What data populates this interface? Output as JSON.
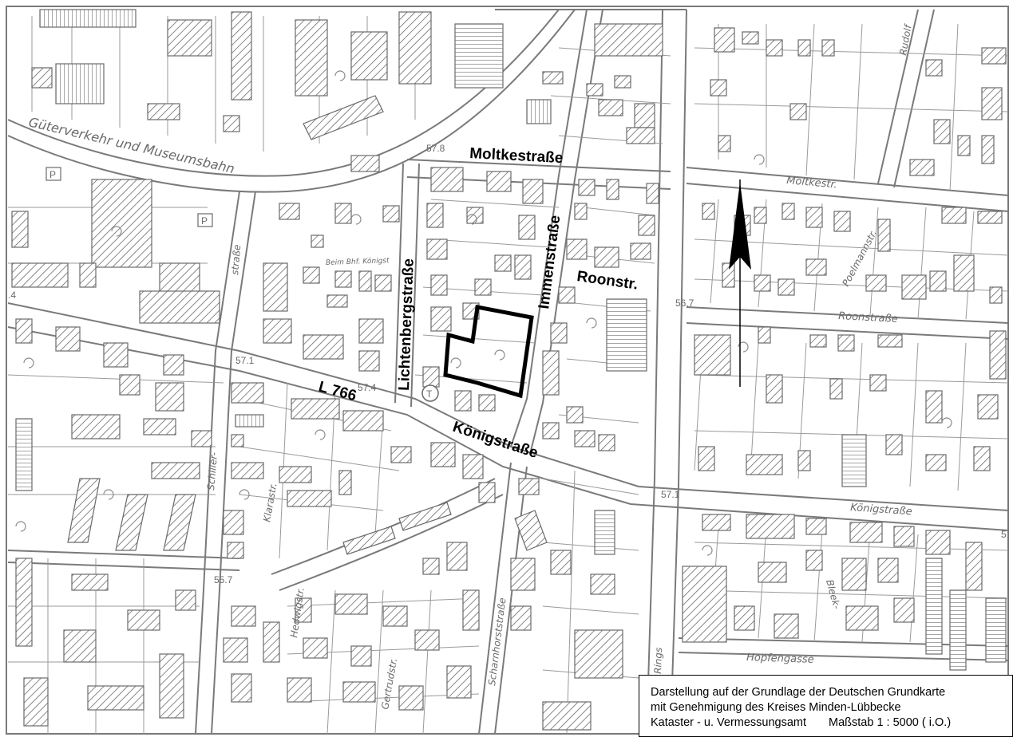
{
  "map": {
    "street_labels": {
      "moltkestrasse": "Moltkestraße",
      "immenstrasse": "Immenstraße",
      "roonstr": "Roonstr.",
      "lichtenbergstrasse": "Lichtenbergstraße",
      "l766": "L 766",
      "koenigstrasse": "Königstraße"
    },
    "faint_labels": {
      "gueterverkehr": "Güterverkehr und Museumsbahn",
      "moltkestr_small": "Moltkestr.",
      "roonstrasse_small": "Roonstraße",
      "koenigstrasse_small": "Königstraße",
      "poelmannstr": "Poelmannstr.",
      "rudolf": "Rudolf",
      "strasse": "straße",
      "schillerstr": "Schiller-",
      "klarastr": "Klarastr.",
      "hedwigstr": "Hedwigstr.",
      "gertrudstr": "Gertrudstr.",
      "scharnhorststrasse": "Scharnhorststraße",
      "ringstr": "Rings",
      "hopfengasse": "Hopfengasse",
      "bleek": "Bleek-",
      "beim_bhf": "Beim Bhf. Königst"
    },
    "spot_heights": [
      "57.8",
      "57.1",
      "57.4",
      "56.7",
      "57.1",
      "55.7",
      ".4",
      "5"
    ],
    "parking_symbol": "P",
    "bus_stop_symbol": "T",
    "north_arrow": "north-arrow-icon",
    "outline_color": "#000000",
    "base_map_color": "#7a7a7a"
  },
  "caption": {
    "line1": "Darstellung auf der Grundlage der Deutschen Grundkarte",
    "line2": "mit Genehmigung des Kreises Minden-Lübbecke",
    "line3_left": "Kataster - u. Vermessungsamt",
    "line3_right": "Maßstab 1 : 5000 ( i.O.)"
  }
}
